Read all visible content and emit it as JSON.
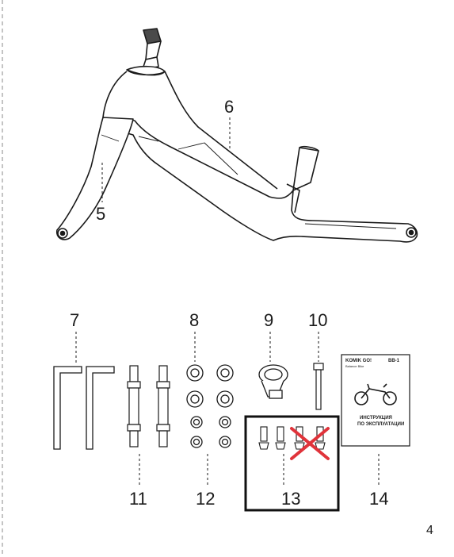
{
  "page_number": "4",
  "parts": [
    {
      "id": "5",
      "label": "5"
    },
    {
      "id": "6",
      "label": "6"
    },
    {
      "id": "7",
      "label": "7"
    },
    {
      "id": "8",
      "label": "8"
    },
    {
      "id": "9",
      "label": "9"
    },
    {
      "id": "10",
      "label": "10"
    },
    {
      "id": "11",
      "label": "11"
    },
    {
      "id": "12",
      "label": "12"
    },
    {
      "id": "13",
      "label": "13"
    },
    {
      "id": "14",
      "label": "14"
    }
  ],
  "manual_booklet": {
    "brand": "KOMIK GO!",
    "subtitle": "Balance Bike",
    "model": "BB-1",
    "title_line1": "ИНСТРУКЦИЯ",
    "title_line2": "ПО ЭКСПЛУАТАЦИИ"
  },
  "colors": {
    "line": "#1a1a1a",
    "frame_fill": "#ffffff",
    "cross_out": "#e0333a",
    "highlight_box": "#111111",
    "dashed_border": "#8a8a8a"
  }
}
